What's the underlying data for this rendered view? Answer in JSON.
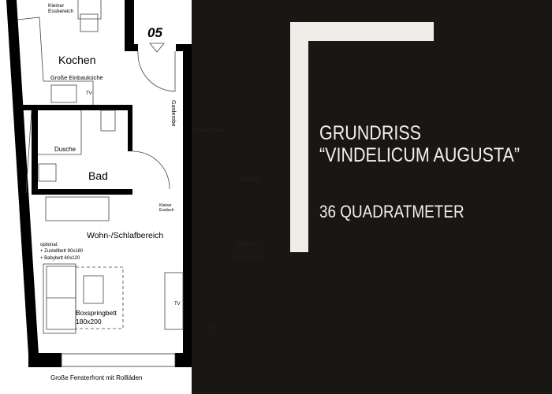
{
  "floorplan": {
    "unit_number": "05",
    "rooms": {
      "small_dining": [
        "Kleiner",
        "Essbereich"
      ],
      "kitchen": "Kochen",
      "kitchen_note": "Große Einbauküche",
      "tv_kitchen": "TV",
      "wardrobe": "Garderobe",
      "shower": "Dusche",
      "bath": "Bad",
      "small_table": [
        "Kleiner",
        "Esstisch"
      ],
      "living": "Wohn-/Schlafbereich",
      "optional": [
        "optional:",
        "+ Zustellbett 90x180",
        "+ Babybett 60x120"
      ],
      "bed": [
        "Boxspringbett",
        "180x200"
      ],
      "tv_living": "TV",
      "window_front": "Große Fensterfront mit Rollläden"
    },
    "ghost_labels": [
      "Garderobe",
      "Küche",
      "Aufzug",
      "Essbereich",
      "TV"
    ]
  },
  "info": {
    "title_line1": "GRUNDRISS",
    "title_line2": "“VINDELICUM AUGUSTA”",
    "area": "36 QUADRATMETER"
  },
  "colors": {
    "background": "#181714",
    "accent": "#efede8",
    "text": "#f2f0ea"
  }
}
